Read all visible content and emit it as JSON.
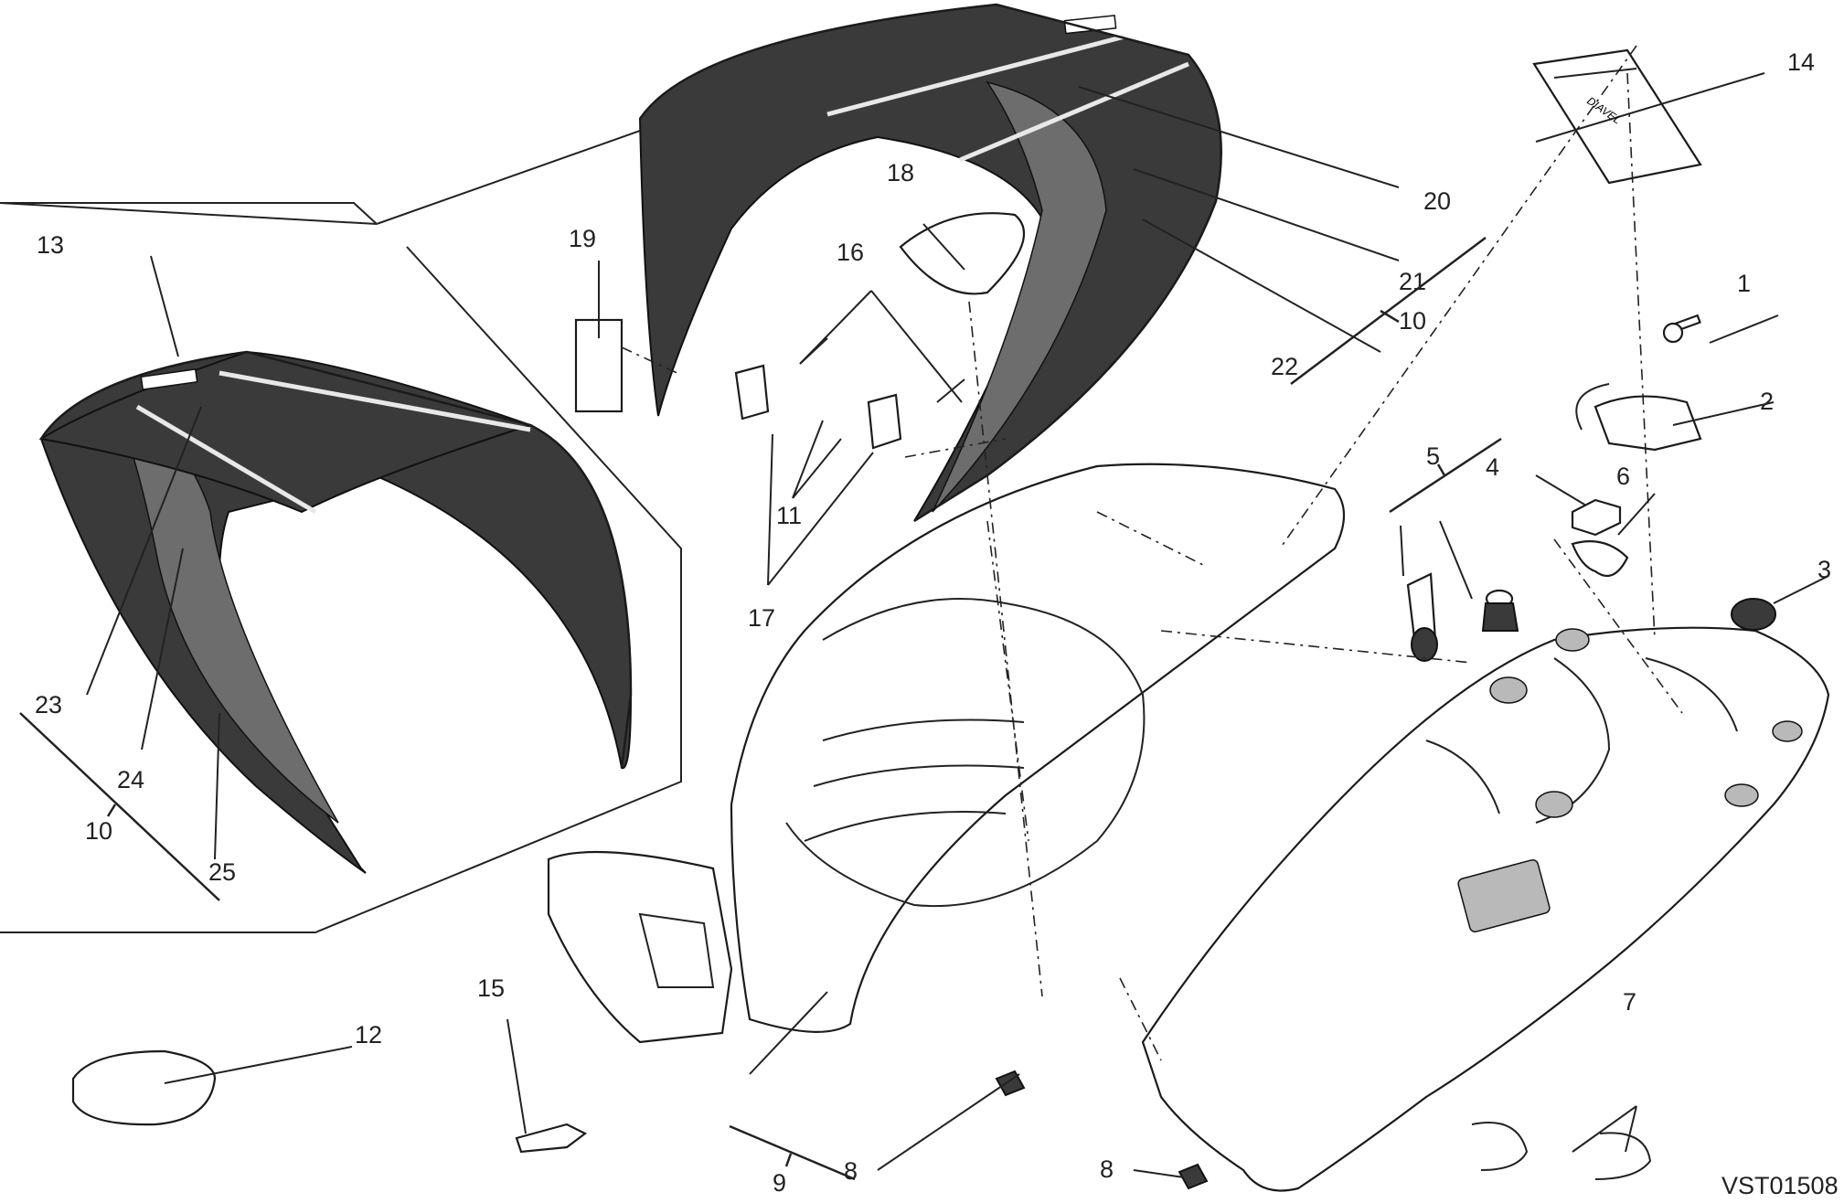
{
  "callouts": {
    "c1": "1",
    "c2": "2",
    "c3": "3",
    "c4": "4",
    "c5": "5",
    "c6": "6",
    "c7": "7",
    "c8a": "8",
    "c8b": "8",
    "c9": "9",
    "c10a": "10",
    "c10b": "10",
    "c11": "11",
    "c12": "12",
    "c13": "13",
    "c14": "14",
    "c15": "15",
    "c16": "16",
    "c17": "17",
    "c18": "18",
    "c19": "19",
    "c20": "20",
    "c21": "21",
    "c22": "22",
    "c23": "23",
    "c24": "24",
    "c25": "25"
  },
  "drawing_code": "VST01508",
  "manual_brand": "DIAVEL",
  "colors": {
    "line": "#1b1b1b",
    "cover_dark": "#3a3a3a",
    "cover_mid": "#6d6d6d",
    "background": "#ffffff"
  }
}
